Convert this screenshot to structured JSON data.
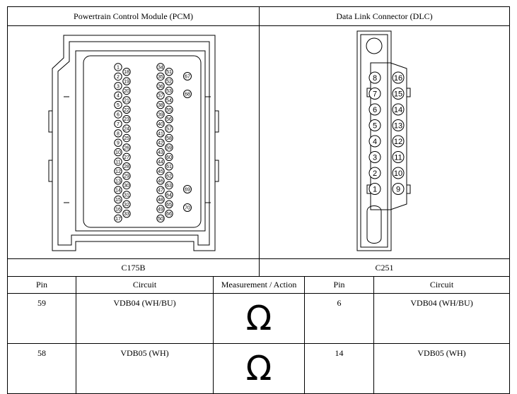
{
  "headers": {
    "pcm": "Powertrain Control Module (PCM)",
    "dlc": "Data Link Connector (DLC)"
  },
  "connectors": {
    "pcm": "C175B",
    "dlc": "C251"
  },
  "columns": {
    "pin_left": "Pin",
    "circuit_left": "Circuit",
    "measurement": "Measurement / Action",
    "pin_right": "Pin",
    "circuit_right": "Circuit"
  },
  "rows": [
    {
      "pin_left": "59",
      "circuit_left": "VDB04 (WH/BU)",
      "action": "Ω",
      "pin_right": "6",
      "circuit_right": "VDB04 (WH/BU)"
    },
    {
      "pin_left": "58",
      "circuit_left": "VDB05 (WH)",
      "action": "Ω",
      "pin_right": "14",
      "circuit_right": "VDB05 (WH)"
    }
  ],
  "pcm_pins": {
    "col1": [
      "1",
      "2",
      "3",
      "4",
      "5",
      "6",
      "7",
      "8",
      "9",
      "10",
      "11",
      "12",
      "13",
      "14",
      "15",
      "16",
      "17"
    ],
    "col2": [
      "18",
      "19",
      "20",
      "21",
      "22",
      "23",
      "24",
      "25",
      "26",
      "27",
      "28",
      "29",
      "30",
      "31",
      "32",
      "33"
    ],
    "col3": [
      "34",
      "35",
      "36",
      "37",
      "38",
      "39",
      "40",
      "41",
      "42",
      "43",
      "44",
      "45",
      "46",
      "47",
      "48",
      "49",
      "50"
    ],
    "col4": [
      "51",
      "52",
      "53",
      "54",
      "55",
      "56",
      "57",
      "58",
      "59",
      "60",
      "61",
      "62",
      "63",
      "64",
      "65",
      "66"
    ],
    "extra": [
      "67",
      "68",
      "69",
      "70"
    ]
  },
  "dlc_pins": {
    "left": [
      "8",
      "7",
      "6",
      "5",
      "4",
      "3",
      "2",
      "1"
    ],
    "right": [
      "16",
      "15",
      "14",
      "13",
      "12",
      "11",
      "10",
      "9"
    ]
  }
}
